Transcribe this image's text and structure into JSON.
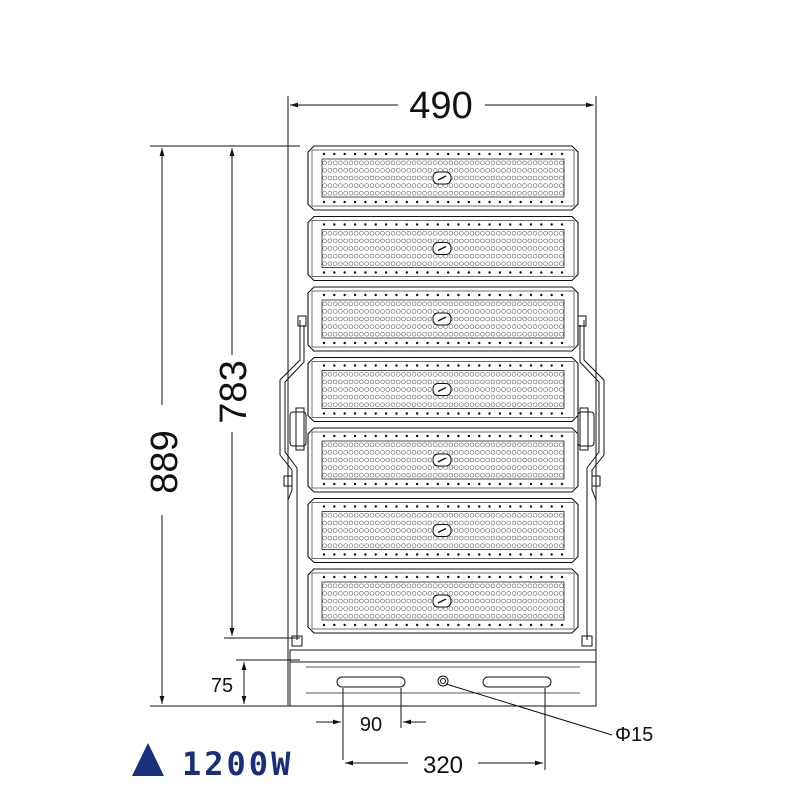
{
  "dimensions": {
    "width_total": "490",
    "height_total": "889",
    "height_modules": "783",
    "base_height": "75",
    "slot_width": "90",
    "slot_spacing": "320",
    "hole_diameter": "Φ15"
  },
  "power_label": "1200W",
  "module_count": 7,
  "colors": {
    "line": "#111111",
    "power_text": "#1a2f7a",
    "triangle": "#1a2f7a"
  }
}
